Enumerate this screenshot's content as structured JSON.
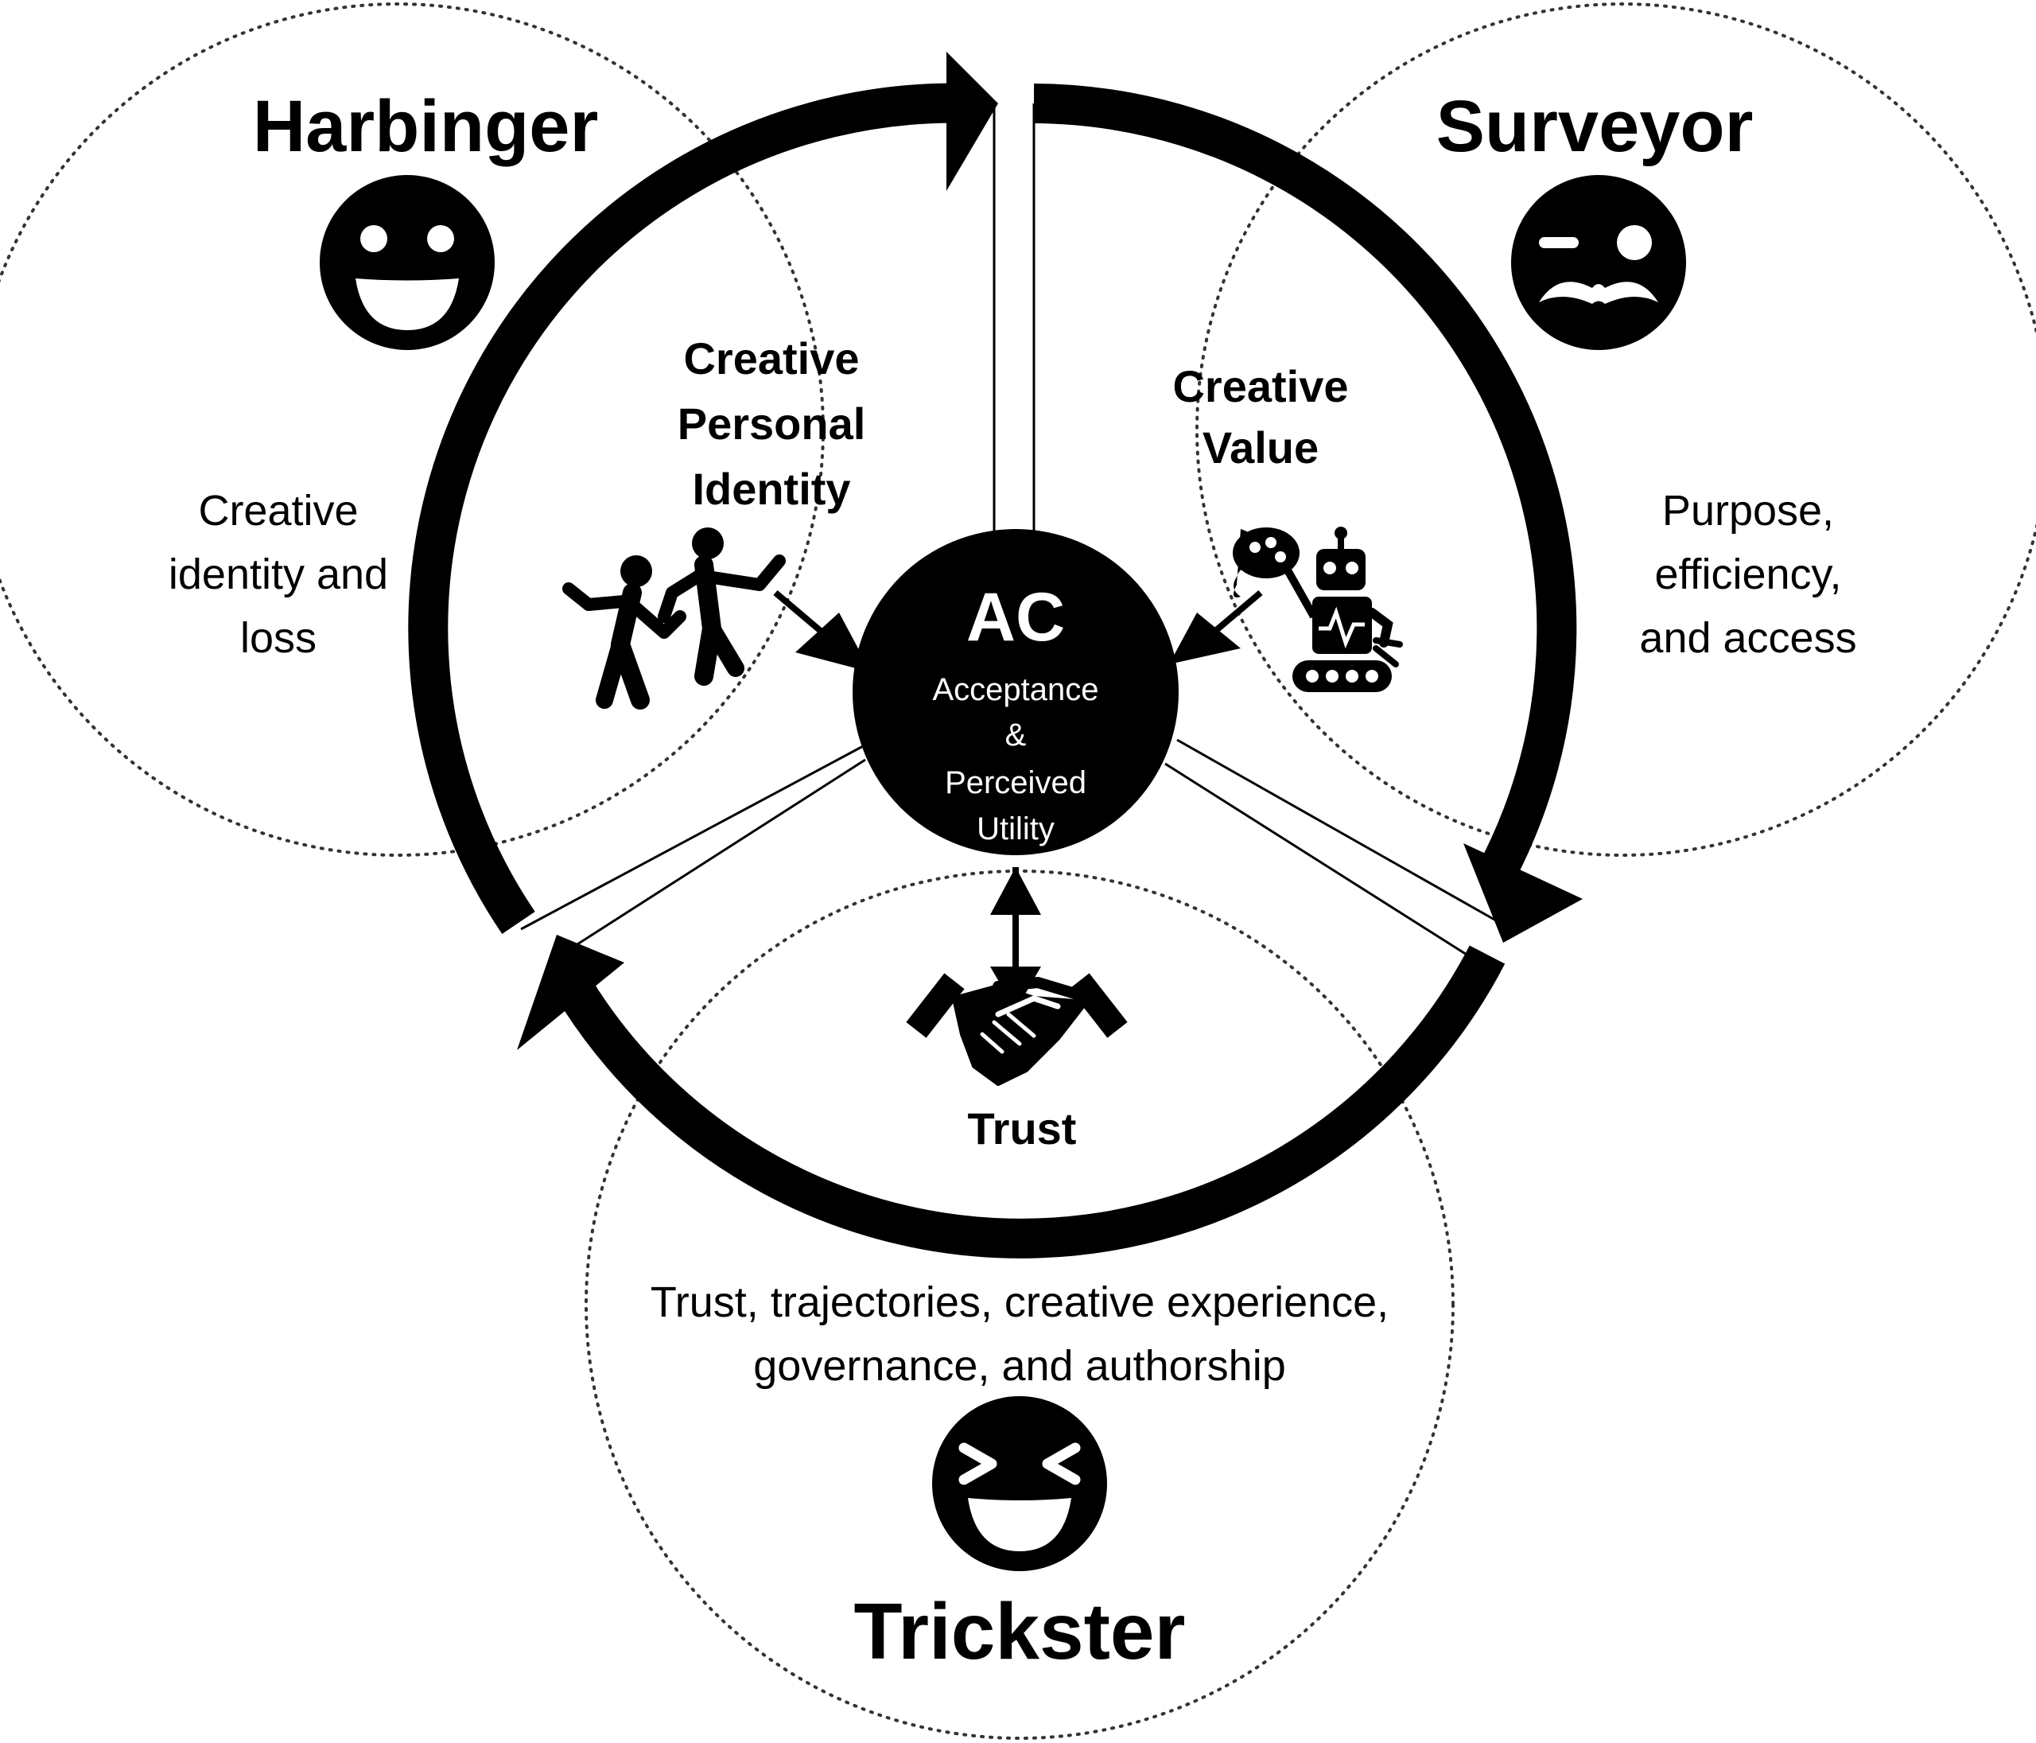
{
  "personas": {
    "harbinger": {
      "name": "Harbinger",
      "theme_lines": [
        "Creative",
        "identity and",
        "loss"
      ],
      "icon": "smiling-face-icon"
    },
    "surveyor": {
      "name": "Surveyor",
      "theme_lines": [
        "Purpose,",
        "efficiency,",
        "and access"
      ],
      "icon": "monocle-mustache-face-icon"
    },
    "trickster": {
      "name": "Trickster",
      "theme_lines": [
        "Trust, trajectories, creative experience,",
        "governance, and authorship"
      ],
      "icon": "laughing-face-icon"
    }
  },
  "factors": {
    "identity": {
      "lines": [
        "Creative",
        "Personal",
        "Identity"
      ],
      "icon": "people-dancing-icon"
    },
    "value": {
      "lines": [
        "Creative",
        "Value"
      ],
      "icon": "robot-painter-icon"
    },
    "trust": {
      "label": "Trust",
      "icon": "handshake-icon"
    }
  },
  "center": {
    "abbrev": "AC",
    "lines": [
      "Acceptance",
      "&",
      "Perceived",
      "Utility"
    ]
  },
  "colors": {
    "ink": "#000000",
    "background": "#ffffff",
    "dotted_outline": "#444444"
  }
}
